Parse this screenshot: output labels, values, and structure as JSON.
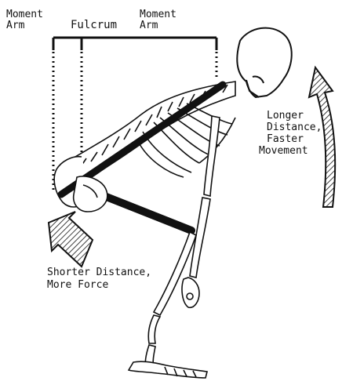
{
  "labels": {
    "moment_arm_left": [
      "Moment",
      "Arm"
    ],
    "fulcrum": "Fulcrum",
    "moment_arm_right": [
      "Moment",
      "Arm"
    ],
    "longer_distance": [
      "Longer",
      "Distance,",
      "Faster",
      "Movement"
    ],
    "shorter_distance": [
      "Shorter Distance,",
      "More Force"
    ]
  },
  "colors": {
    "ink": "#111111",
    "background": "#ffffff"
  },
  "icons": {
    "upward_arrow": "curved-arrow-up-icon",
    "down_left_arrow": "hatched-arrow-down-left-icon"
  }
}
